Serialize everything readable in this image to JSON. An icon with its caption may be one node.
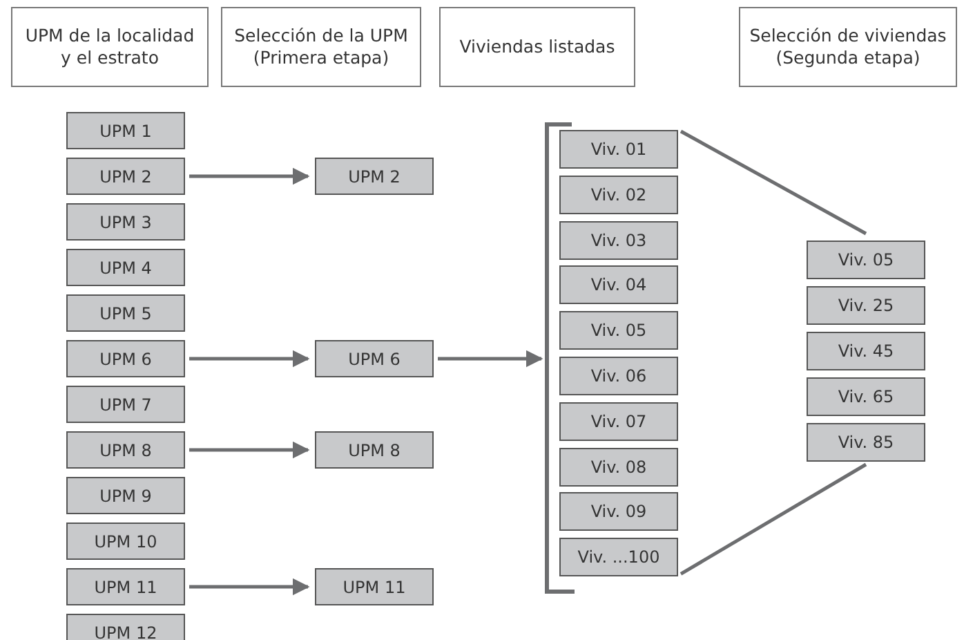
{
  "diagram": {
    "nodes": [
      {
        "text": [
          "UPM de la localidad y el estrato"
        ]
      },
      {
        "text": [
          "Selección de la UPM (Primera etapa)"
        ]
      },
      {
        "text": [
          "Viviendas listadas"
        ]
      },
      {
        "text": [
          "Selección de viviendas (Segunda etapa)"
        ]
      },
      {
        "text": [
          "UPM 1"
        ]
      },
      {
        "text": [
          "UPM 2"
        ]
      },
      {
        "text": [
          "UPM 3"
        ]
      },
      {
        "text": [
          "UPM 4"
        ]
      },
      {
        "text": [
          "UPM 5"
        ]
      },
      {
        "text": [
          "UPM 6"
        ]
      },
      {
        "text": [
          "UPM 7"
        ]
      },
      {
        "text": [
          "UPM 8"
        ]
      },
      {
        "text": [
          "UPM 9"
        ]
      },
      {
        "text": [
          "UPM 10"
        ]
      },
      {
        "text": [
          "UPM 11"
        ]
      },
      {
        "text": [
          "UPM 12"
        ]
      },
      {
        "text": [
          "UPM 2"
        ]
      },
      {
        "text": [
          "UPM 6"
        ]
      },
      {
        "text": [
          "UPM 8"
        ]
      },
      {
        "text": [
          "UPM 11"
        ]
      },
      {
        "text": [],
        "shape": "bracket"
      },
      {
        "text": [
          "Viv. 01"
        ]
      },
      {
        "text": [
          "Viv. 02"
        ]
      },
      {
        "text": [
          "Viv. 03"
        ]
      },
      {
        "text": [
          "Viv. 04"
        ]
      },
      {
        "text": [
          "Viv. 05"
        ]
      },
      {
        "text": [
          "Viv. 06"
        ]
      },
      {
        "text": [
          "Viv. 07"
        ]
      },
      {
        "text": [
          "Viv. 08"
        ]
      },
      {
        "text": [
          "Viv. 09"
        ]
      },
      {
        "text": [
          "Viv. ...100"
        ]
      },
      {
        "text": [
          "Viv. 05"
        ]
      },
      {
        "text": [
          "Viv. 25"
        ]
      },
      {
        "text": [
          "Viv. 45"
        ]
      },
      {
        "text": [
          "Viv. 65"
        ]
      },
      {
        "text": [
          "Viv. 85"
        ]
      }
    ],
    "edges": [
      {
        "from": 5,
        "to": 16,
        "arrow": "to"
      },
      {
        "from": 9,
        "to": 17,
        "arrow": "to"
      },
      {
        "from": 11,
        "to": 18,
        "arrow": "to"
      },
      {
        "from": 14,
        "to": 19,
        "arrow": "to"
      },
      {
        "from": 17,
        "to": 20,
        "arrow": "to"
      },
      {
        "from": 21,
        "to": 31,
        "arrow": "none"
      },
      {
        "from": 30,
        "to": 35,
        "arrow": "none"
      }
    ]
  }
}
